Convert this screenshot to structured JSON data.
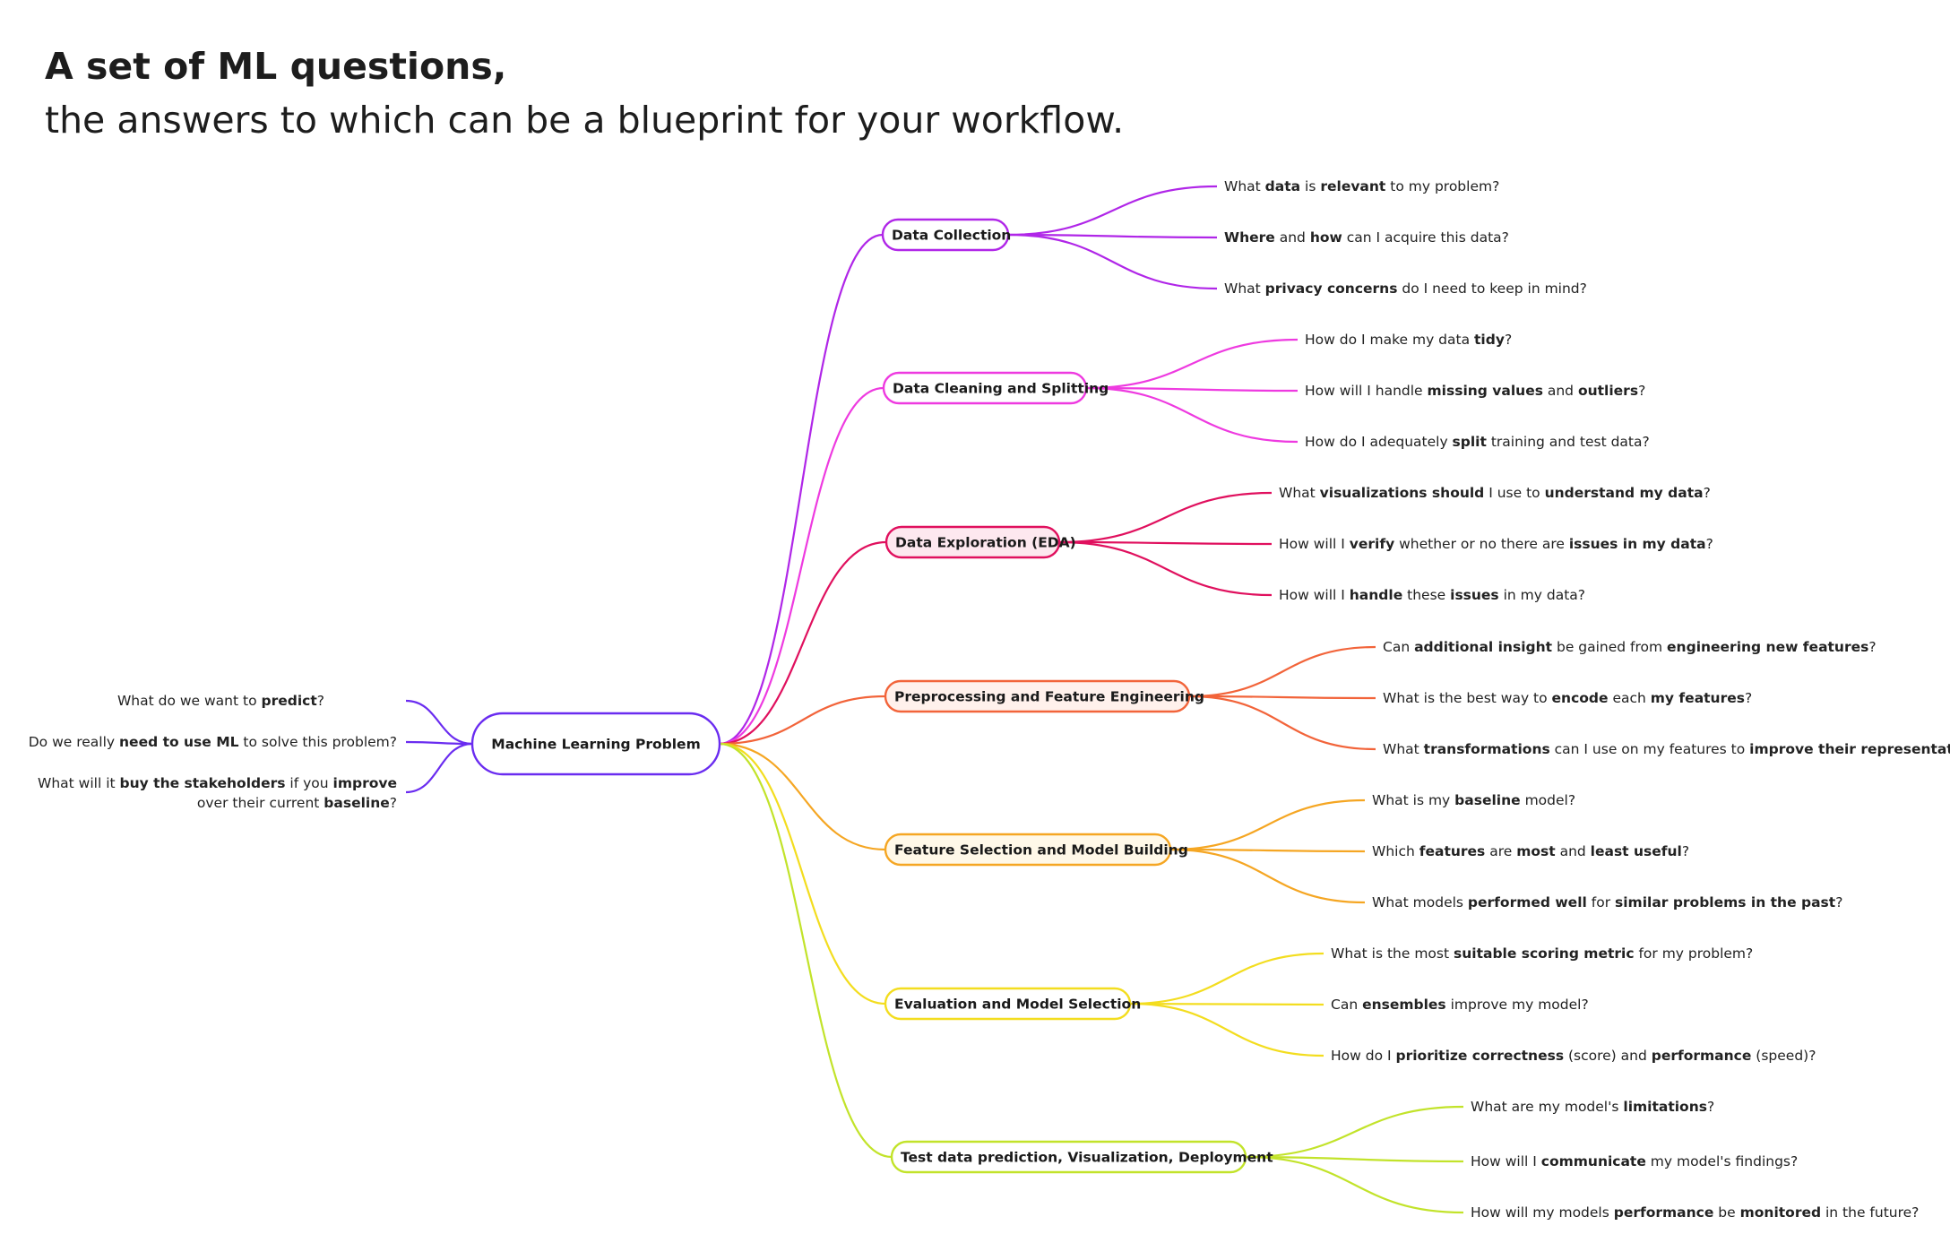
{
  "title": {
    "line1": "A set of ML questions,",
    "line2": "the answers to which can be a blueprint for your workflow."
  },
  "root": {
    "label": "Machine Learning Problem",
    "color": "#6a2cf0",
    "questions": [
      [
        [
          [
            "What do we want to ",
            false
          ],
          [
            "predict",
            true
          ],
          [
            "?",
            false
          ]
        ]
      ],
      [
        [
          [
            "Do we really ",
            false
          ],
          [
            "need to use ML",
            true
          ],
          [
            " to solve this problem?",
            false
          ]
        ]
      ],
      [
        [
          [
            "What will it ",
            false
          ],
          [
            "buy the stakeholders",
            true
          ],
          [
            " if you ",
            false
          ],
          [
            "improve",
            true
          ]
        ],
        [
          [
            "over their current ",
            false
          ],
          [
            "baseline",
            true
          ],
          [
            "?",
            false
          ]
        ]
      ]
    ]
  },
  "branches": [
    {
      "label": "Data Collection",
      "color": "#b026e8",
      "fill": "#ffffff",
      "questions": [
        [
          [
            "What ",
            false
          ],
          [
            "data",
            true
          ],
          [
            " is ",
            false
          ],
          [
            "relevant",
            true
          ],
          [
            " to my problem?",
            false
          ]
        ],
        [
          [
            "Where",
            true
          ],
          [
            " and ",
            false
          ],
          [
            "how",
            true
          ],
          [
            " can I acquire this data?",
            false
          ]
        ],
        [
          [
            "What ",
            false
          ],
          [
            "privacy concerns",
            true
          ],
          [
            " do I need to keep in mind?",
            false
          ]
        ]
      ]
    },
    {
      "label": "Data Cleaning and Splitting",
      "color": "#ee3ae0",
      "fill": "#ffffff",
      "questions": [
        [
          [
            "How do I make my data ",
            false
          ],
          [
            "tidy",
            true
          ],
          [
            "?",
            false
          ]
        ],
        [
          [
            "How will I handle ",
            false
          ],
          [
            "missing values",
            true
          ],
          [
            " and ",
            false
          ],
          [
            "outliers",
            true
          ],
          [
            "?",
            false
          ]
        ],
        [
          [
            "How do I adequately ",
            false
          ],
          [
            "split",
            true
          ],
          [
            " training and test data?",
            false
          ]
        ]
      ]
    },
    {
      "label": "Data Exploration (EDA)",
      "color": "#e0105e",
      "fill": "#fde8ef",
      "questions": [
        [
          [
            "What ",
            false
          ],
          [
            "visualizations should",
            true
          ],
          [
            " I use to ",
            false
          ],
          [
            "understand my data",
            true
          ],
          [
            "?",
            false
          ]
        ],
        [
          [
            "How will I ",
            false
          ],
          [
            "verify",
            true
          ],
          [
            " whether or no there are ",
            false
          ],
          [
            "issues in my data",
            true
          ],
          [
            "?",
            false
          ]
        ],
        [
          [
            "How will I ",
            false
          ],
          [
            "handle",
            true
          ],
          [
            " these ",
            false
          ],
          [
            "issues",
            true
          ],
          [
            " in my data?",
            false
          ]
        ]
      ]
    },
    {
      "label": "Preprocessing and Feature Engineering",
      "color": "#f2643a",
      "fill": "#fff1ec",
      "questions": [
        [
          [
            "Can ",
            false
          ],
          [
            "additional insight",
            true
          ],
          [
            " be gained from ",
            false
          ],
          [
            "engineering new features",
            true
          ],
          [
            "?",
            false
          ]
        ],
        [
          [
            "What is the best way to ",
            false
          ],
          [
            "encode",
            true
          ],
          [
            " each ",
            false
          ],
          [
            "my features",
            true
          ],
          [
            "?",
            false
          ]
        ],
        [
          [
            "What ",
            false
          ],
          [
            "transformations",
            true
          ],
          [
            " can I use on my features to ",
            false
          ],
          [
            "improve their representation",
            true
          ],
          [
            "?",
            false
          ]
        ]
      ]
    },
    {
      "label": "Feature Selection and Model Building",
      "color": "#f5a623",
      "fill": "#fff8e8",
      "questions": [
        [
          [
            "What is my ",
            false
          ],
          [
            "baseline",
            true
          ],
          [
            " model?",
            false
          ]
        ],
        [
          [
            "Which ",
            false
          ],
          [
            "features",
            true
          ],
          [
            " are ",
            false
          ],
          [
            "most",
            true
          ],
          [
            " and ",
            false
          ],
          [
            "least useful",
            true
          ],
          [
            "?",
            false
          ]
        ],
        [
          [
            "What models ",
            false
          ],
          [
            "performed well",
            true
          ],
          [
            " for ",
            false
          ],
          [
            "similar problems in the past",
            true
          ],
          [
            "?",
            false
          ]
        ]
      ]
    },
    {
      "label": "Evaluation and Model Selection",
      "color": "#f3dd1f",
      "fill": "#ffffff",
      "questions": [
        [
          [
            "What is the most ",
            false
          ],
          [
            "suitable scoring metric",
            true
          ],
          [
            " for my problem?",
            false
          ]
        ],
        [
          [
            "Can ",
            false
          ],
          [
            "ensembles",
            true
          ],
          [
            " improve my model?",
            false
          ]
        ],
        [
          [
            "How do I ",
            false
          ],
          [
            "prioritize correctness",
            true
          ],
          [
            " (score) and ",
            false
          ],
          [
            "performance",
            true
          ],
          [
            " (speed)?",
            false
          ]
        ]
      ]
    },
    {
      "label": "Test data prediction, Visualization, Deployment",
      "color": "#c2e32a",
      "fill": "#ffffff",
      "questions": [
        [
          [
            "What are my model's ",
            false
          ],
          [
            "limitations",
            true
          ],
          [
            "?",
            false
          ]
        ],
        [
          [
            "How will I ",
            false
          ],
          [
            "communicate",
            true
          ],
          [
            " my model's findings?",
            false
          ]
        ],
        [
          [
            "How will my models ",
            false
          ],
          [
            "performance",
            true
          ],
          [
            " be ",
            false
          ],
          [
            "monitored",
            true
          ],
          [
            " in the future?",
            false
          ]
        ]
      ]
    }
  ]
}
